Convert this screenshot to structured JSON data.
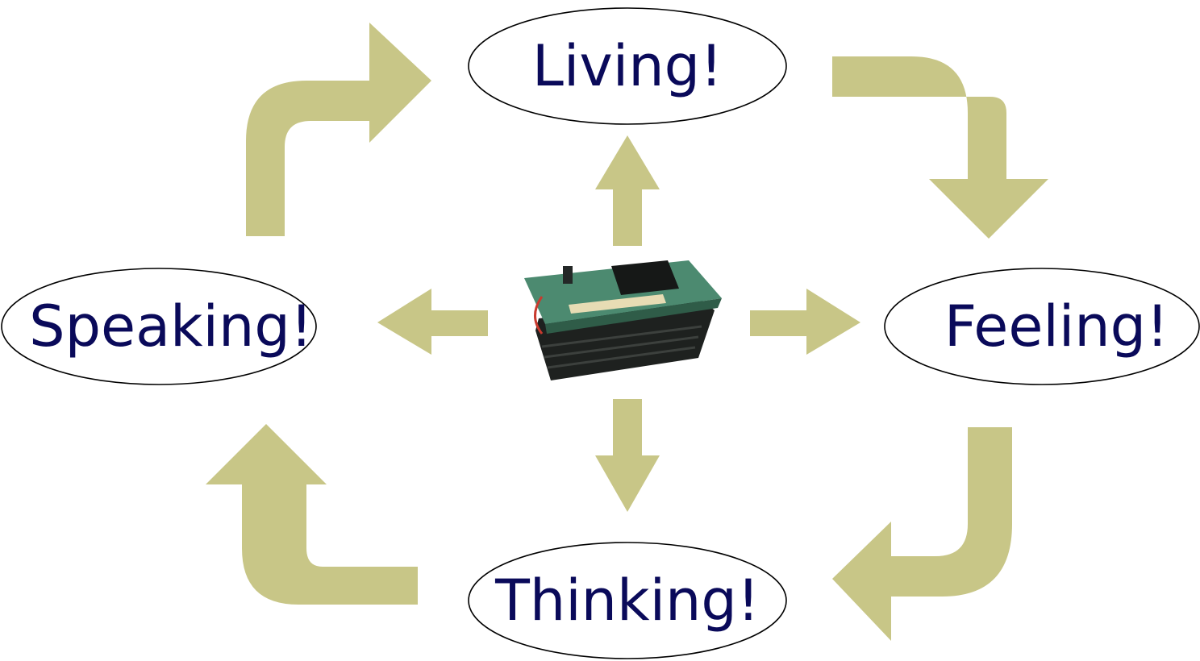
{
  "diagram": {
    "nodes": {
      "top": "Living!",
      "right": "Feeling!",
      "bottom": "Thinking!",
      "left": "Speaking!"
    },
    "center": {
      "icon": "circuit-board-icon"
    },
    "colors": {
      "arrow": "#c8c687",
      "text": "#0a0a5a",
      "outline": "#000000",
      "background": "#ffffff"
    }
  }
}
